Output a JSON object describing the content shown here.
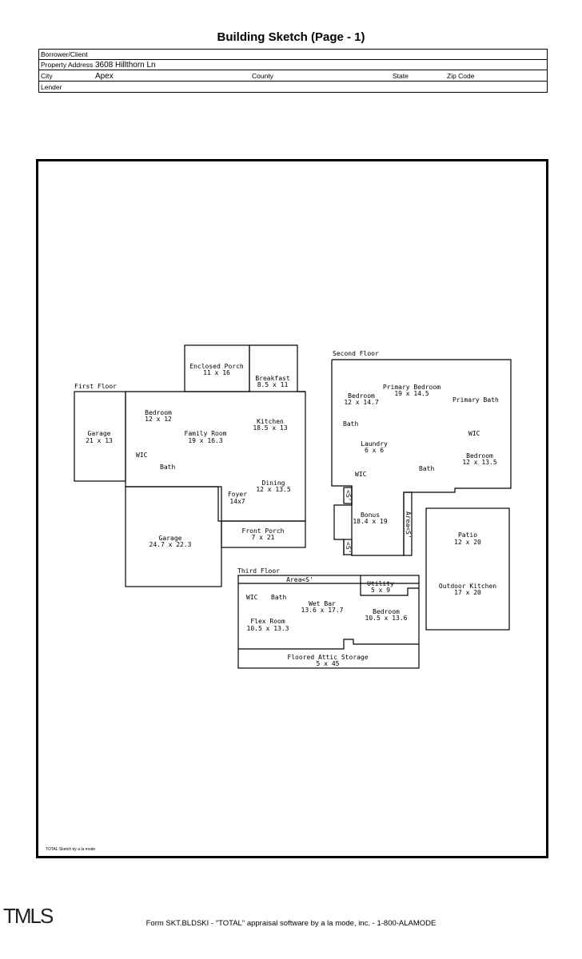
{
  "title": "Building Sketch (Page - 1)",
  "header": {
    "borrower_label": "Borrower/Client",
    "address_label": "Property Address",
    "address_value": "3608 Hillthorn Ln",
    "city_label": "City",
    "city_value": "Apex",
    "county_label": "County",
    "state_label": "State",
    "zip_label": "Zip Code",
    "lender_label": "Lender"
  },
  "floors": {
    "first": "First Floor",
    "second": "Second Floor",
    "third": "Third Floor"
  },
  "rooms": {
    "enclosed_porch": [
      "Enclosed Porch",
      "11 x 16"
    ],
    "breakfast": [
      "Breakfast",
      "8.5 x 11"
    ],
    "garage1": [
      "Garage",
      "21 x 13"
    ],
    "bedroom1": [
      "Bedroom",
      "12 x 12"
    ],
    "family": [
      "Family Room",
      "19 x 16.3"
    ],
    "kitchen": [
      "Kitchen",
      "18.5 x 13"
    ],
    "wic1": "WIC",
    "bath1": "Bath",
    "foyer": [
      "Foyer",
      "14x7"
    ],
    "dining": [
      "Dining",
      "12 x 13.5"
    ],
    "garage2": [
      "Garage",
      "24.7 x 22.3"
    ],
    "front_porch": [
      "Front Porch",
      "7 x 21"
    ],
    "primary_bedroom": [
      "Primary Bedroom",
      "19 x 14.5"
    ],
    "bedroom2": [
      "Bedroom",
      "12 x 14.7"
    ],
    "primary_bath": "Primary Bath",
    "bath2": "Bath",
    "laundry": [
      "Laundry",
      "6 x 6"
    ],
    "wic2": "WIC",
    "bedroom3": [
      "Bedroom",
      "12 x 13.5"
    ],
    "wic3": "WIC",
    "bath3": "Bath",
    "bonus": [
      "Bonus",
      "18.4 x 19"
    ],
    "area_s_vertical": "Area<S'",
    "s_tag": "<S'",
    "patio": [
      "Patio",
      "12 x 20"
    ],
    "outdoor_kitchen": [
      "Outdoor Kitchen",
      "17 x 20"
    ],
    "area_s": "Area<S'",
    "utility": [
      "Utility",
      "5 x 9"
    ],
    "wic4": "WIC",
    "bath4": "Bath",
    "wet_bar": [
      "Wet Bar",
      "13.6 x 17.7"
    ],
    "bedroom4": [
      "Bedroom",
      "10.5 x 13.6"
    ],
    "flex": [
      "Flex Room",
      "10.5 x 13.3"
    ],
    "attic": [
      "Floored Attic Storage",
      "5 x 45"
    ]
  },
  "credit": "TOTAL Sketch by a la mode",
  "footer": "Form SKT.BLDSKI - \"TOTAL\" appraisal software by a la mode, inc. - 1-800-ALAMODE",
  "logo": "TMLS"
}
